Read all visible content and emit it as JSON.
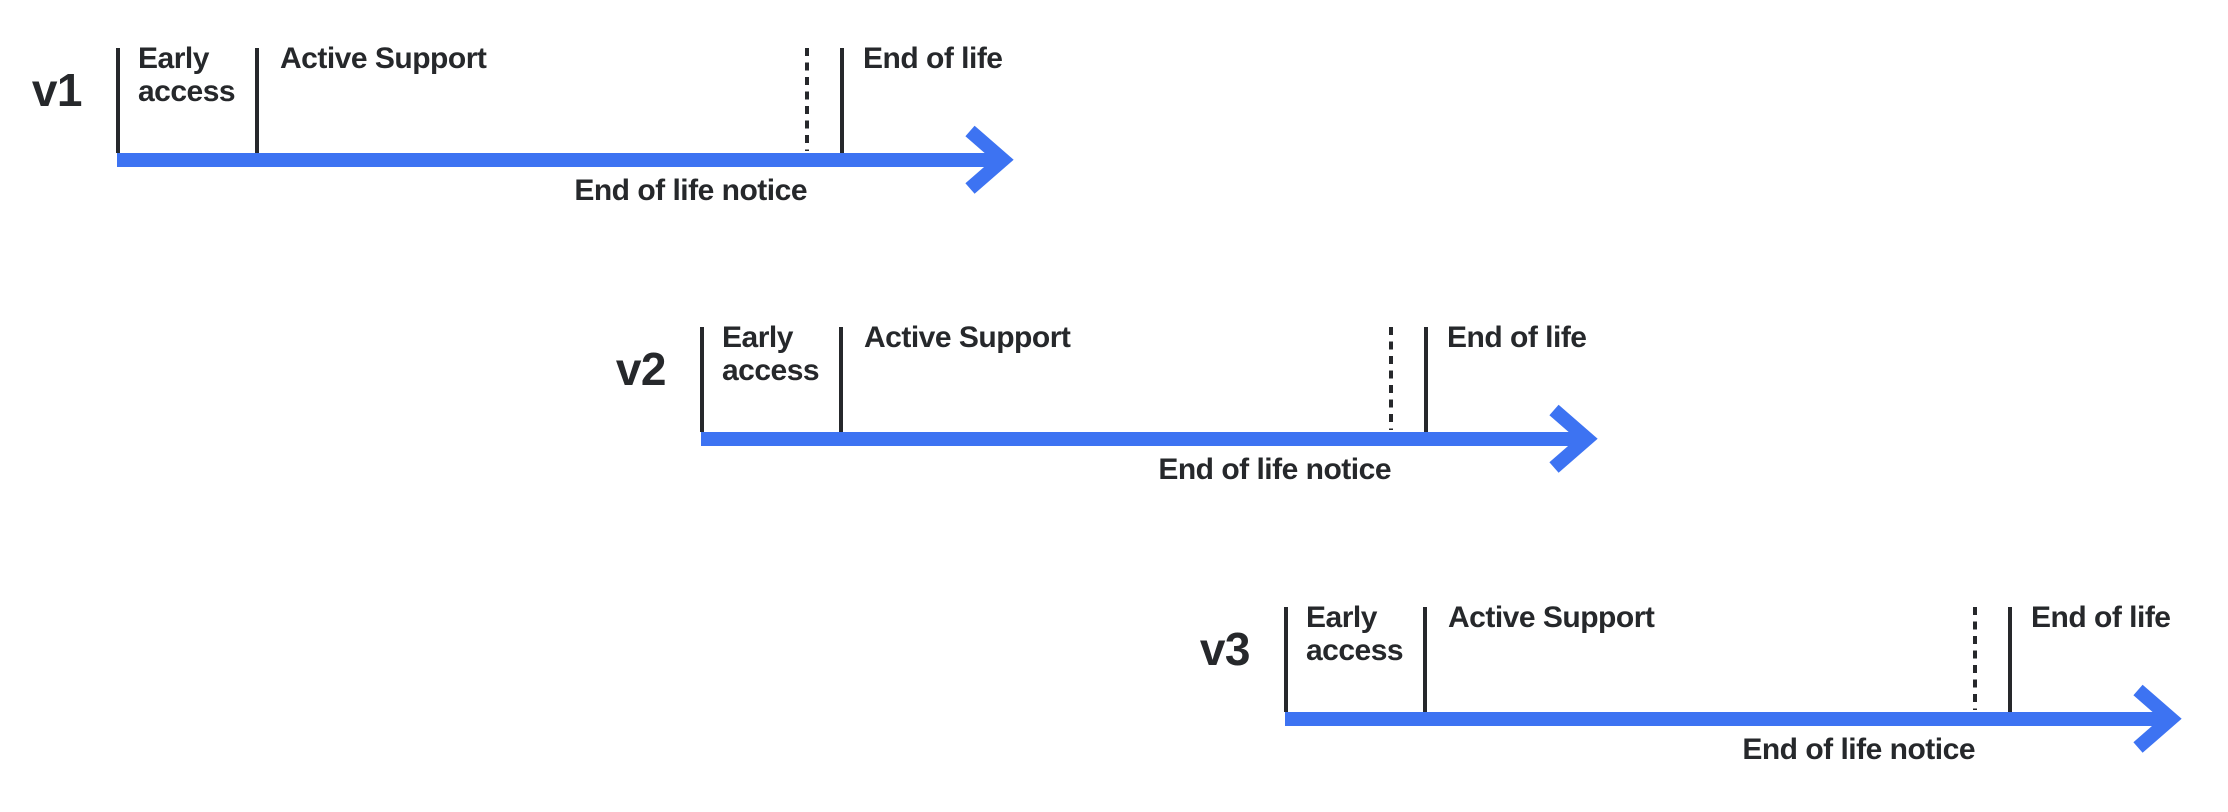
{
  "diagram": {
    "type": "release-lifecycle-timelines",
    "colors": {
      "arrow_blue": "#3D73F2",
      "text_dark": "#26282B",
      "background": "#FFFFFF"
    },
    "timelines": [
      {
        "version": "v1",
        "segments": {
          "early_access": "Early access",
          "active_support": "Active Support",
          "end_of_life": "End of life"
        },
        "below_arrow": "End of life notice"
      },
      {
        "version": "v2",
        "segments": {
          "early_access": "Early access",
          "active_support": "Active Support",
          "end_of_life": "End of life"
        },
        "below_arrow": "End of life notice"
      },
      {
        "version": "v3",
        "segments": {
          "early_access": "Early access",
          "active_support": "Active Support",
          "end_of_life": "End of life"
        },
        "below_arrow": "End of life notice"
      }
    ]
  }
}
